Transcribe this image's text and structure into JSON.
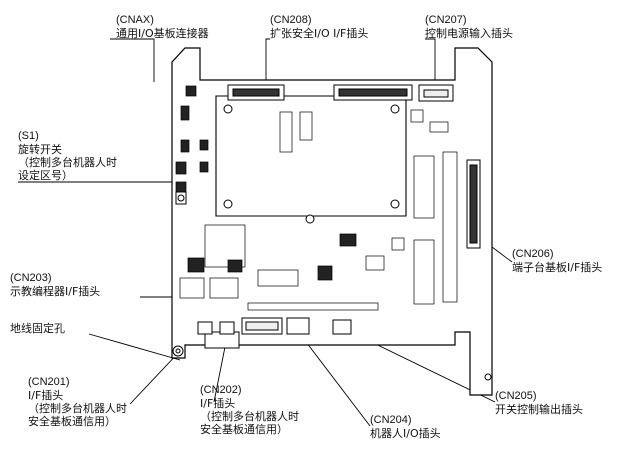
{
  "callouts": {
    "cnax": {
      "code": "(CNAX)",
      "desc": "通用I/O基板连接器"
    },
    "cn208": {
      "code": "(CN208)",
      "desc": "扩张安全I/O I/F插头"
    },
    "cn207": {
      "code": "(CN207)",
      "desc": "控制电源输入插头"
    },
    "s1": {
      "code": "(S1)",
      "line1": "旋转开关",
      "line2": "（控制多台机器人时",
      "line3": "设定区号）"
    },
    "cn206": {
      "code": "(CN206)",
      "desc": "端子台基板I/F插头"
    },
    "cn203": {
      "code": "(CN203)",
      "desc": "示教编程器I/F插头"
    },
    "ground": {
      "desc": "地线固定孔"
    },
    "cn201": {
      "code": "(CN201)",
      "line1": "I/F插头",
      "line2": "（控制多台机器人时",
      "line3": "安全基板通信用）"
    },
    "cn202": {
      "code": "(CN202)",
      "line1": "I/F插头",
      "line2": "（控制多台机器人时",
      "line3": "安全基板通信用）"
    },
    "cn205": {
      "code": "(CN205)",
      "desc": "开关控制输出插头"
    },
    "cn204": {
      "code": "(CN204)",
      "desc": "机器人I/O插头"
    }
  }
}
